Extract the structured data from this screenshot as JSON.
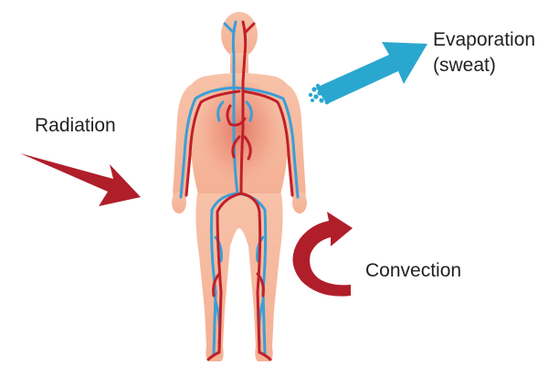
{
  "labels": {
    "radiation": "Radiation",
    "convection": "Convection",
    "evaporation_line1": "Evaporation",
    "evaporation_line2": "(sweat)"
  },
  "colors": {
    "skin": "#f5b59a",
    "torso_glow": "#e8826e",
    "artery": "#c0202a",
    "vein": "#3a9fd6",
    "radiation_arrow": "#b01e2a",
    "convection_arrow": "#b01e2a",
    "evaporation_arrow": "#2aa7cf",
    "text": "#222222"
  },
  "icons": [
    "radiation-arrow",
    "convection-curved-arrow",
    "evaporation-arrow",
    "sweat-droplets",
    "human-figure"
  ]
}
